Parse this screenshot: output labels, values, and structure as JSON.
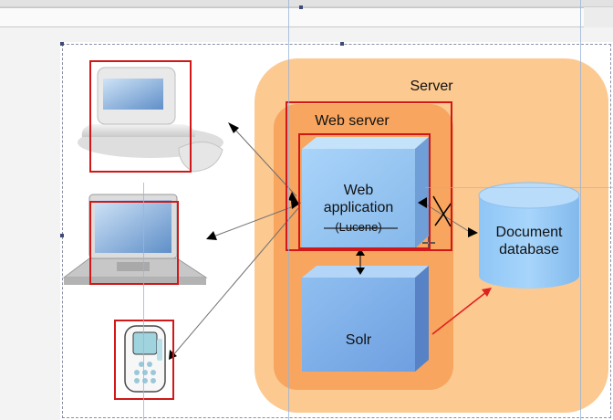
{
  "diagram": {
    "server_label": "Server",
    "web_server_label": "Web server",
    "web_app_line1": "Web",
    "web_app_line2": "application",
    "web_app_line3": "(Lucene)",
    "solr_label": "Solr",
    "db_line1": "Document",
    "db_line2": "database"
  },
  "icons": {
    "desktop": "desktop-computer-icon",
    "laptop": "laptop-icon",
    "phone": "mobile-phone-icon",
    "cursor": "move-cursor-icon"
  },
  "colors": {
    "server_fill": "#fcc990",
    "web_server_fill": "#f7a55f",
    "box_blue": "#9ccaf4",
    "selection_red": "#d01818",
    "arrow_red": "#e02020"
  }
}
